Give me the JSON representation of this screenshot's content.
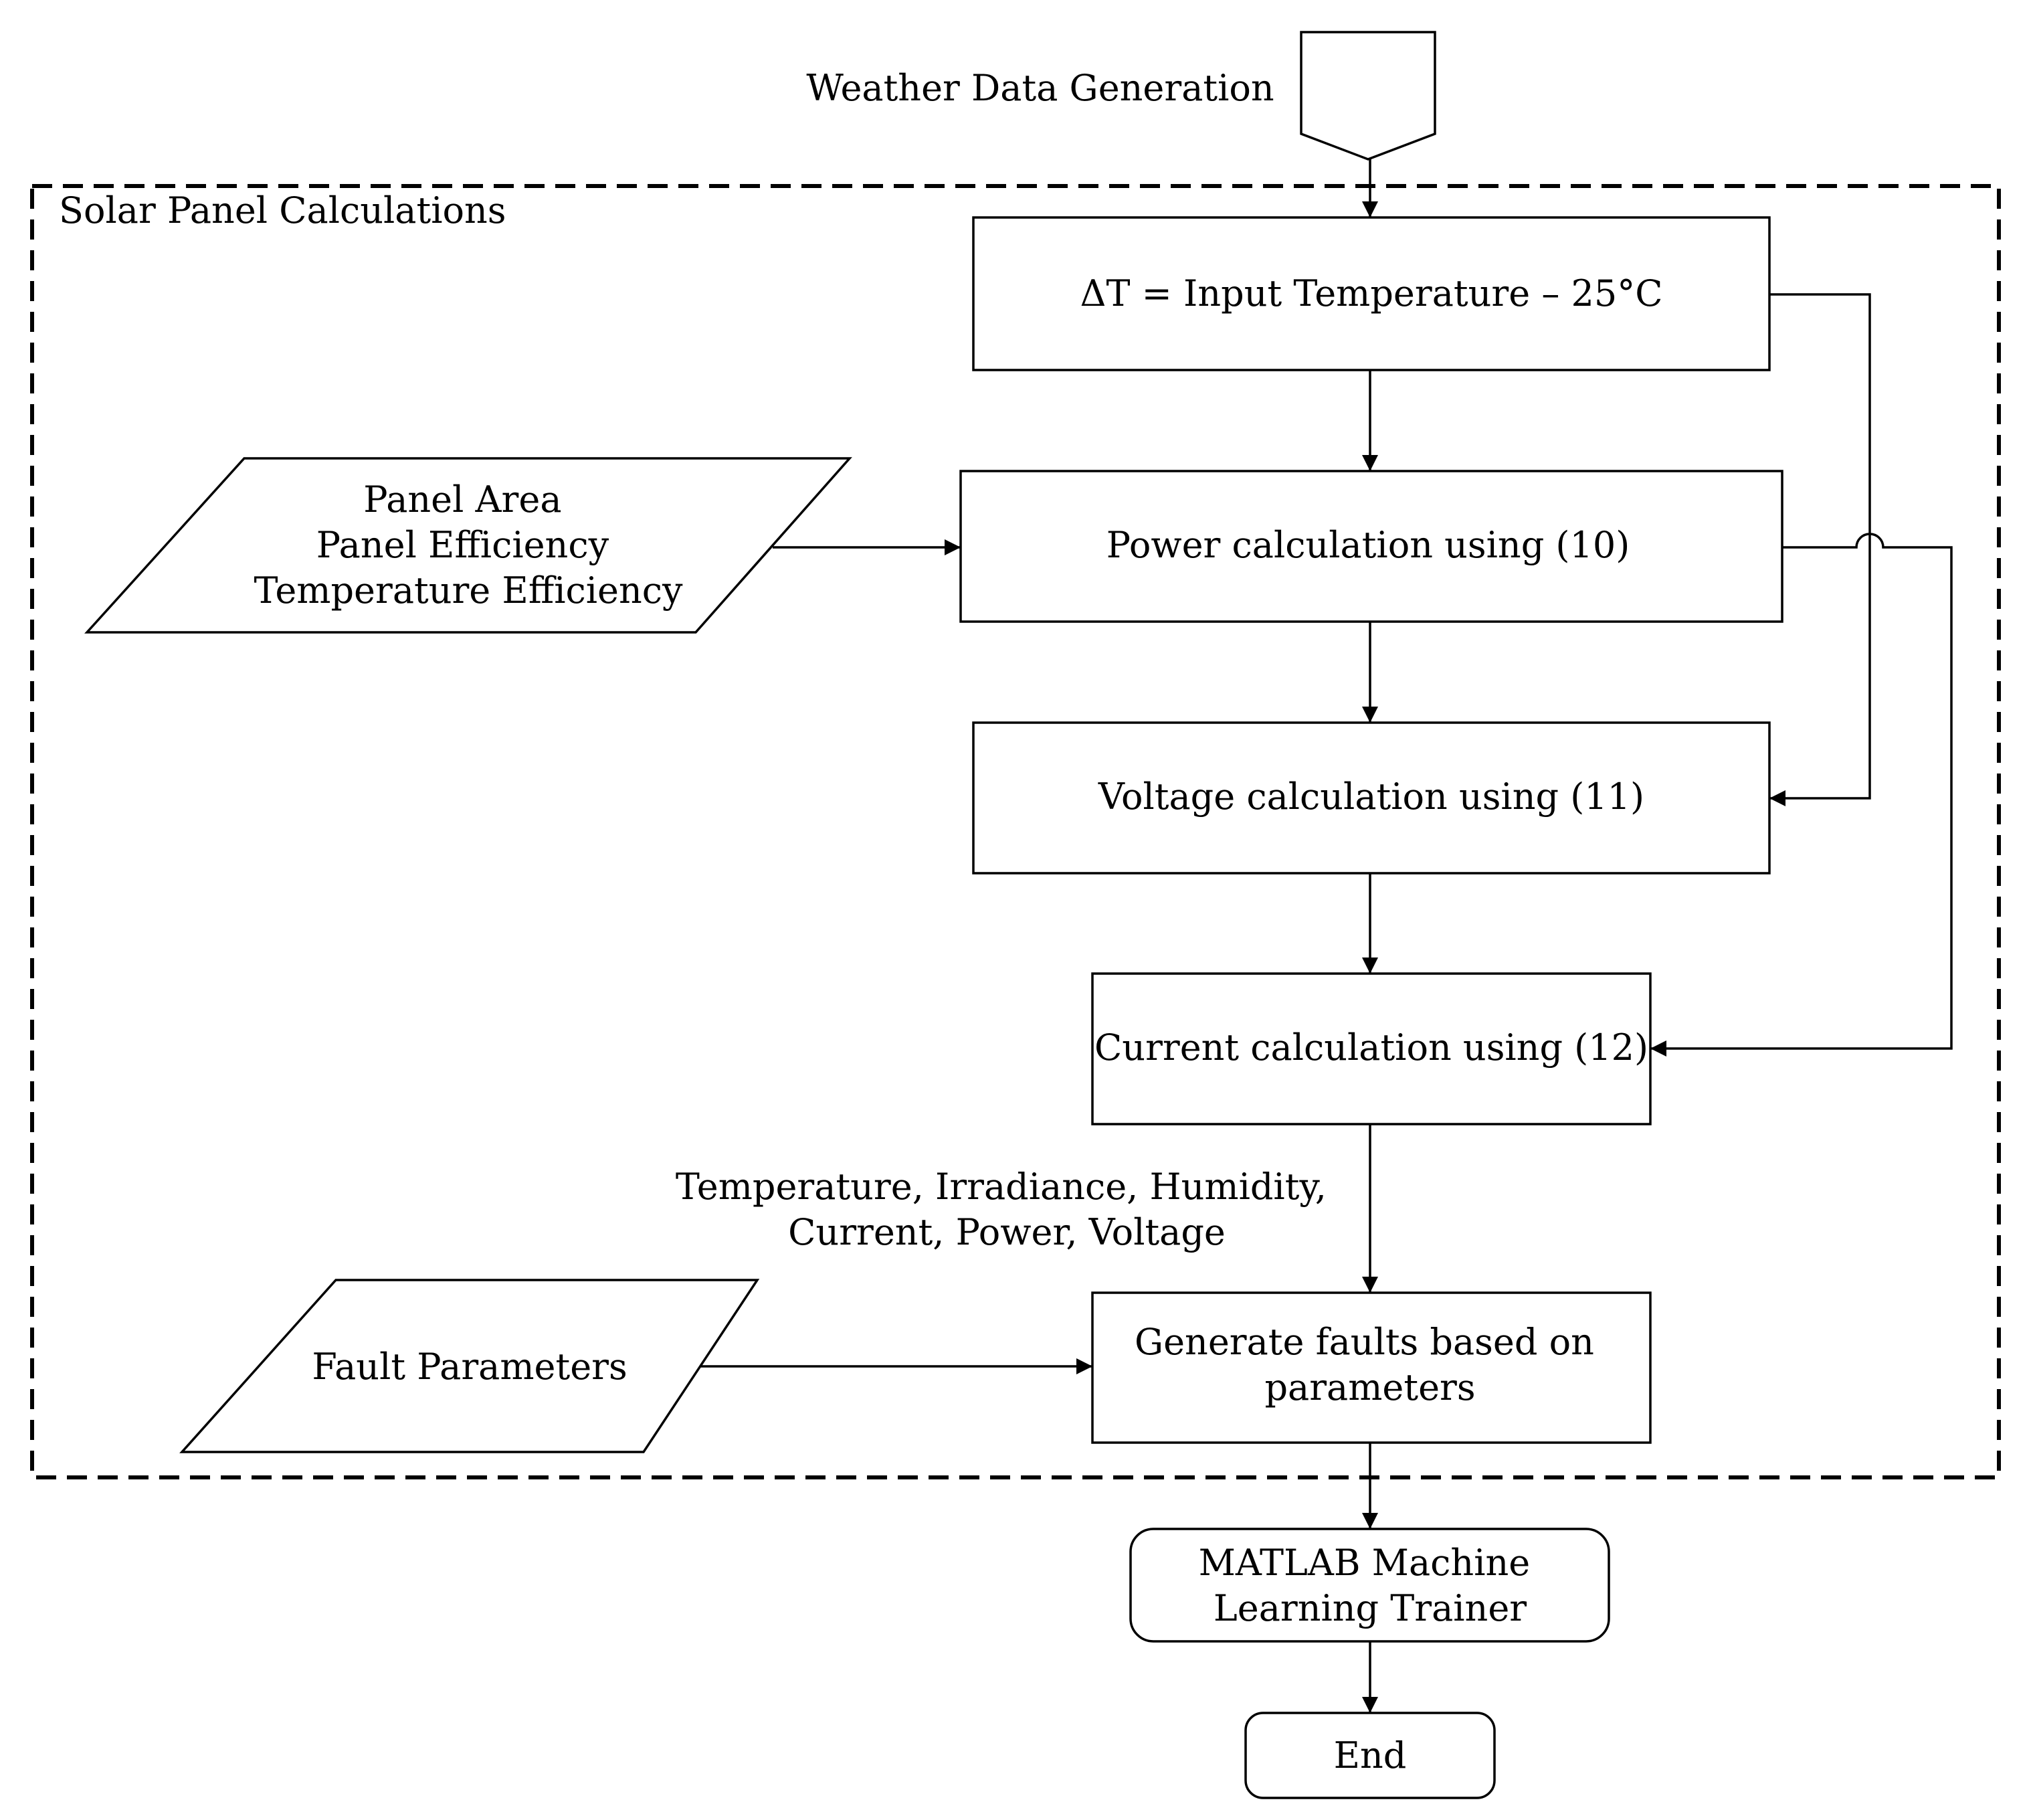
{
  "container": {
    "label": "Solar Panel Calculations"
  },
  "nodes": {
    "weather": {
      "label": "Weather Data Generation"
    },
    "delta_t": {
      "label": "ΔT = Input Temperature – 25°C"
    },
    "inputs": {
      "lines": [
        "Panel Area",
        "Panel Efficiency",
        "Temperature Efficiency"
      ]
    },
    "power": {
      "label": "Power calculation using (10)"
    },
    "voltage": {
      "label": "Voltage calculation using (11)"
    },
    "current": {
      "label": "Current calculation using (12)"
    },
    "faults": {
      "lines": [
        "Generate faults based on",
        "parameters"
      ]
    },
    "fault_params": {
      "label": "Fault Parameters"
    },
    "trainer": {
      "lines": [
        "MATLAB Machine",
        "Learning Trainer"
      ]
    },
    "end": {
      "label": "End"
    }
  },
  "edges": {
    "signals": {
      "lines": [
        "Temperature, Irradiance, Humidity,",
        "Current, Power, Voltage"
      ]
    }
  }
}
